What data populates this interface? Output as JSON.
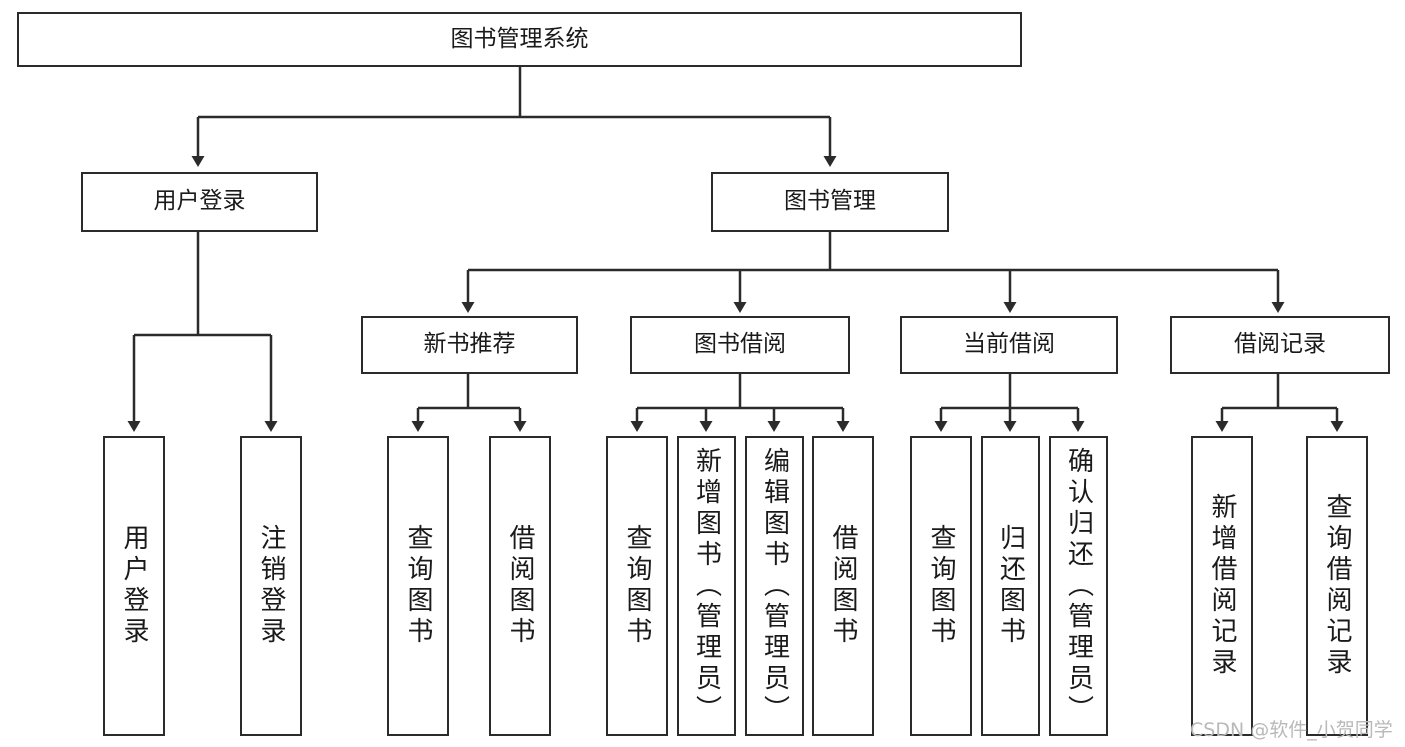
{
  "diagram": {
    "type": "tree-hierarchy",
    "title": "图书管理系统",
    "orientation": "top-down",
    "colors": {
      "box_border": "#2b2b2b",
      "box_fill": "#ffffff",
      "connector": "#2b2b2b",
      "text": "#1a1a1a",
      "watermark": "#b9b9b9",
      "background": "#ffffff"
    },
    "root": {
      "label": "图书管理系统"
    },
    "level2": [
      {
        "id": "user-login",
        "label": "用户登录"
      },
      {
        "id": "book-manage",
        "label": "图书管理"
      }
    ],
    "level3": [
      {
        "id": "new-book-rec",
        "label": "新书推荐"
      },
      {
        "id": "book-borrow",
        "label": "图书借阅"
      },
      {
        "id": "current-borrow",
        "label": "当前借阅"
      },
      {
        "id": "borrow-record",
        "label": "借阅记录"
      }
    ],
    "leaves": [
      {
        "id": "leaf-user-login",
        "label": "用户登录",
        "parent": "user-login"
      },
      {
        "id": "leaf-logout-login",
        "label": "注销登录",
        "parent": "user-login"
      },
      {
        "id": "leaf-query-book-1",
        "label": "查询图书",
        "parent": "new-book-rec"
      },
      {
        "id": "leaf-borrow-book-1",
        "label": "借阅图书",
        "parent": "new-book-rec"
      },
      {
        "id": "leaf-query-book-2",
        "label": "查询图书",
        "parent": "book-borrow"
      },
      {
        "id": "leaf-add-book",
        "label": "新增图书（管理员）",
        "parent": "book-borrow"
      },
      {
        "id": "leaf-edit-book",
        "label": "编辑图书（管理员）",
        "parent": "book-borrow"
      },
      {
        "id": "leaf-borrow-book-2",
        "label": "借阅图书",
        "parent": "book-borrow"
      },
      {
        "id": "leaf-query-book-3",
        "label": "查询图书",
        "parent": "current-borrow"
      },
      {
        "id": "leaf-return-book",
        "label": "归还图书",
        "parent": "current-borrow"
      },
      {
        "id": "leaf-confirm-return",
        "label": "确认归还（管理员）",
        "parent": "current-borrow"
      },
      {
        "id": "leaf-add-record",
        "label": "新增借阅记录",
        "parent": "borrow-record"
      },
      {
        "id": "leaf-query-record",
        "label": "查询借阅记录",
        "parent": "borrow-record"
      }
    ]
  },
  "watermark": {
    "text": "CSDN @软件_小贺同学"
  }
}
